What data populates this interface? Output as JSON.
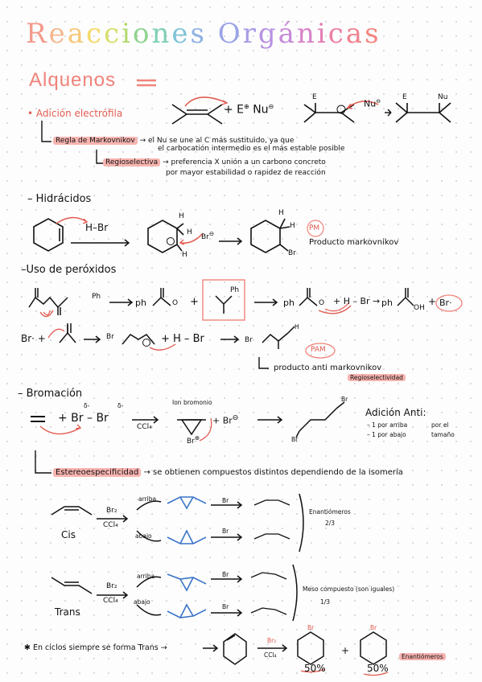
{
  "title_letters": [
    "R",
    "e",
    "a",
    "c",
    "c",
    "i",
    "o",
    "n",
    "e",
    "s",
    " ",
    "O",
    "r",
    "g",
    "á",
    "n",
    "i",
    "c",
    "a",
    "s"
  ],
  "title_colors": [
    "#f29b8c",
    "#f5b78e",
    "#f7c87a",
    "#f4d96a",
    "#d7df6a",
    "#b3d96e",
    "#8fd38e",
    "#7fcfb3",
    "#7fc3d8",
    "#8fb1e3",
    " ",
    "#9aa3e6",
    "#a99ae6",
    "#b892e3",
    "#c78ad8",
    "#d783c9",
    "#e47fb6",
    "#ec7ea2",
    "#f18290",
    "#f4867f"
  ],
  "section_alquenos": "Alquenos",
  "adicion": {
    "label": "• Adición electrófila",
    "markovnikov_rule": "Regla de Markovnikov",
    "markovnikov_text_1": "→ el Nu se une al C más sustituido, ya que",
    "markovnikov_text_2": "el carbocatión intermedio es el más estable posible",
    "regioselectiva": "Regioselectiva",
    "regio_text_1": "→ preferencia X unión a un carbono concreto",
    "regio_text_2": "por mayor estabilidad o rapidez de reacción",
    "E_plus": "+ E",
    "Nu": "Nu",
    "E": "E",
    "Nu_minus": "Nu",
    "Nu2": "Nu"
  },
  "hidracidos": {
    "label": "– Hidrácidos",
    "HBr": "H–Br",
    "H_top": "H",
    "H_mid": "H",
    "H_low": "H",
    "Br_minus": "Br",
    "H_p1": "H",
    "H_p2": "H",
    "Br_p": "Br",
    "pm_badge": "PM",
    "pm_text": "Producto markovnikov"
  },
  "peroxidos": {
    "label": "–Uso de peróxidos",
    "ph1": "Ph",
    "ph2": "ph",
    "ph3": "Ph",
    "ph4": "ph",
    "ph5": "ph",
    "O1": "O",
    "O2": "O",
    "plus_HBr": "+ H – Br →",
    "OH": "OH",
    "plus": "+",
    "Br_rad": "Br·",
    "row2_Br_rad": "Br· +",
    "row2_Br": "Br",
    "row2_plus_HBr": "+ H – Br",
    "row2_Br2": "Br",
    "row2_H": "H",
    "pam_badge": "PAM",
    "pam_text": "producto anti markovnikov",
    "regio": "Regioselectividad"
  },
  "bromacion": {
    "label": "– Bromación",
    "br2": "+ Br – Br",
    "delta1": "δ-",
    "delta2": "δ-",
    "ccl4": "CCl₄",
    "ion_bromonio": "Ion bromonio",
    "br_minus": "+ Br",
    "Br_top": "Br",
    "Br_bot": "Br",
    "Br_ion": "Br",
    "adicion_anti": "Adición Anti:",
    "anti_1": "– 1 por arriba",
    "anti_2": "– 1 por abajo",
    "anti_3": "por el",
    "anti_4": "tamaño"
  },
  "estereo": {
    "label": "Estereoespecificidad",
    "text": "→ se obtienen compuestos distintos dependiendo de la isomería",
    "cis": "Cis",
    "trans": "Trans",
    "br2": "Br₂",
    "ccl4": "CCl₄",
    "arriba": "arriba",
    "abajo": "abajo",
    "enantiomeros": "Enantiómeros",
    "two_thirds": "2/3",
    "meso": "Meso compuesto (son iguales)",
    "one_third": "1/3",
    "Br": "Br"
  },
  "ciclos": {
    "text": "✱ En ciclos siempre se forma Trans →",
    "br2": "Br₂",
    "ccl4": "CCl₄",
    "pct1": "50%",
    "pct2": "50%",
    "plus": "+",
    "enantiomeros": "Enantiómeros",
    "Br": "Br"
  }
}
